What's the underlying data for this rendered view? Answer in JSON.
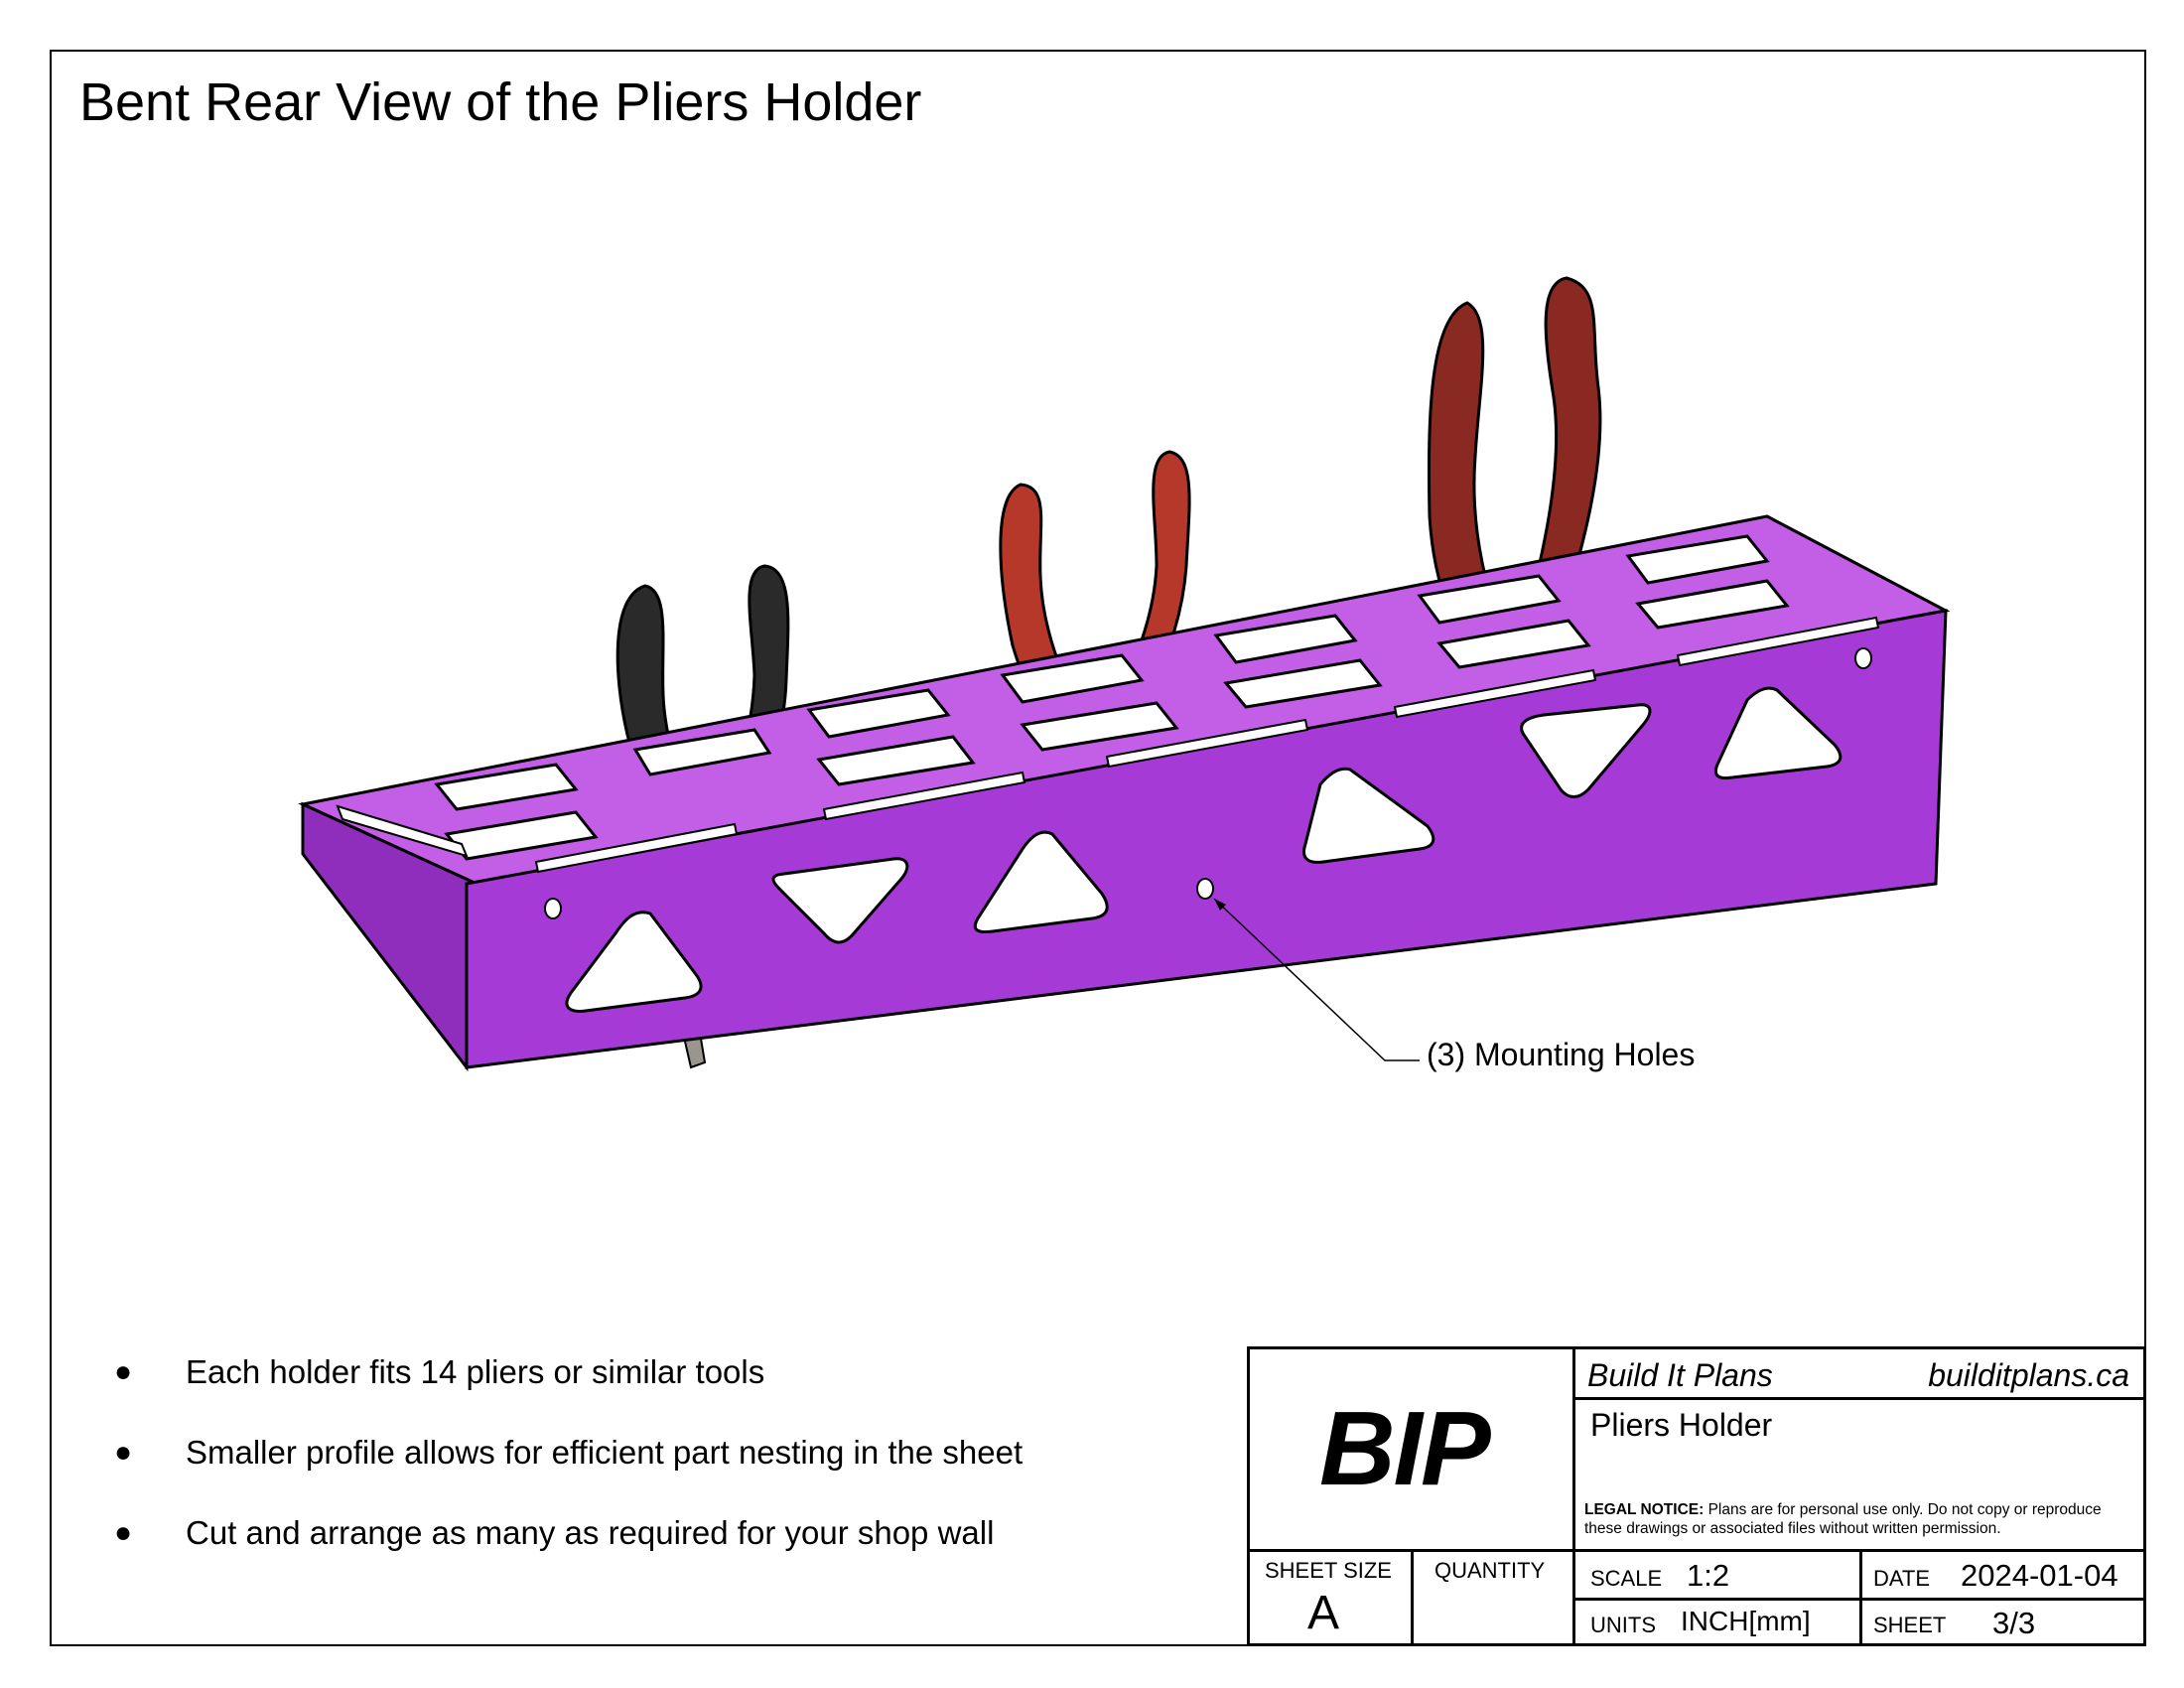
{
  "page_title": "Bent Rear View of the Pliers Holder",
  "callout": {
    "label": "(3) Mounting Holes"
  },
  "notes": [
    "Each holder fits 14 pliers or similar tools",
    "Smaller profile allows for efficient part nesting in the sheet",
    "Cut and arrange as many as required for your shop wall"
  ],
  "colors": {
    "holder_top": "#c25fe6",
    "holder_front": "#a63ad6",
    "holder_side": "#8f2ebd",
    "plier_black": "#2a2a2a",
    "plier_red": "#b5382a",
    "plier_darkred": "#8a2822",
    "plier_steel": "#9a968f"
  },
  "title_block": {
    "logo": "BIP",
    "company": "Build It Plans",
    "website": "builditplans.ca",
    "project_name": "Pliers Holder",
    "legal_heading": "LEGAL NOTICE:",
    "legal_text": " Plans are for personal use only. Do not copy or reproduce these drawings or associated files without written permission.",
    "sheet_size_label": "SHEET SIZE",
    "sheet_size": "A",
    "quantity_label": "QUANTITY",
    "quantity": "",
    "scale_label": "SCALE",
    "scale": "1:2",
    "date_label": "DATE",
    "date": "2024-01-04",
    "units_label": "UNITS",
    "units": "INCH[mm]",
    "sheet_label": "SHEET",
    "sheet": "3/3"
  }
}
